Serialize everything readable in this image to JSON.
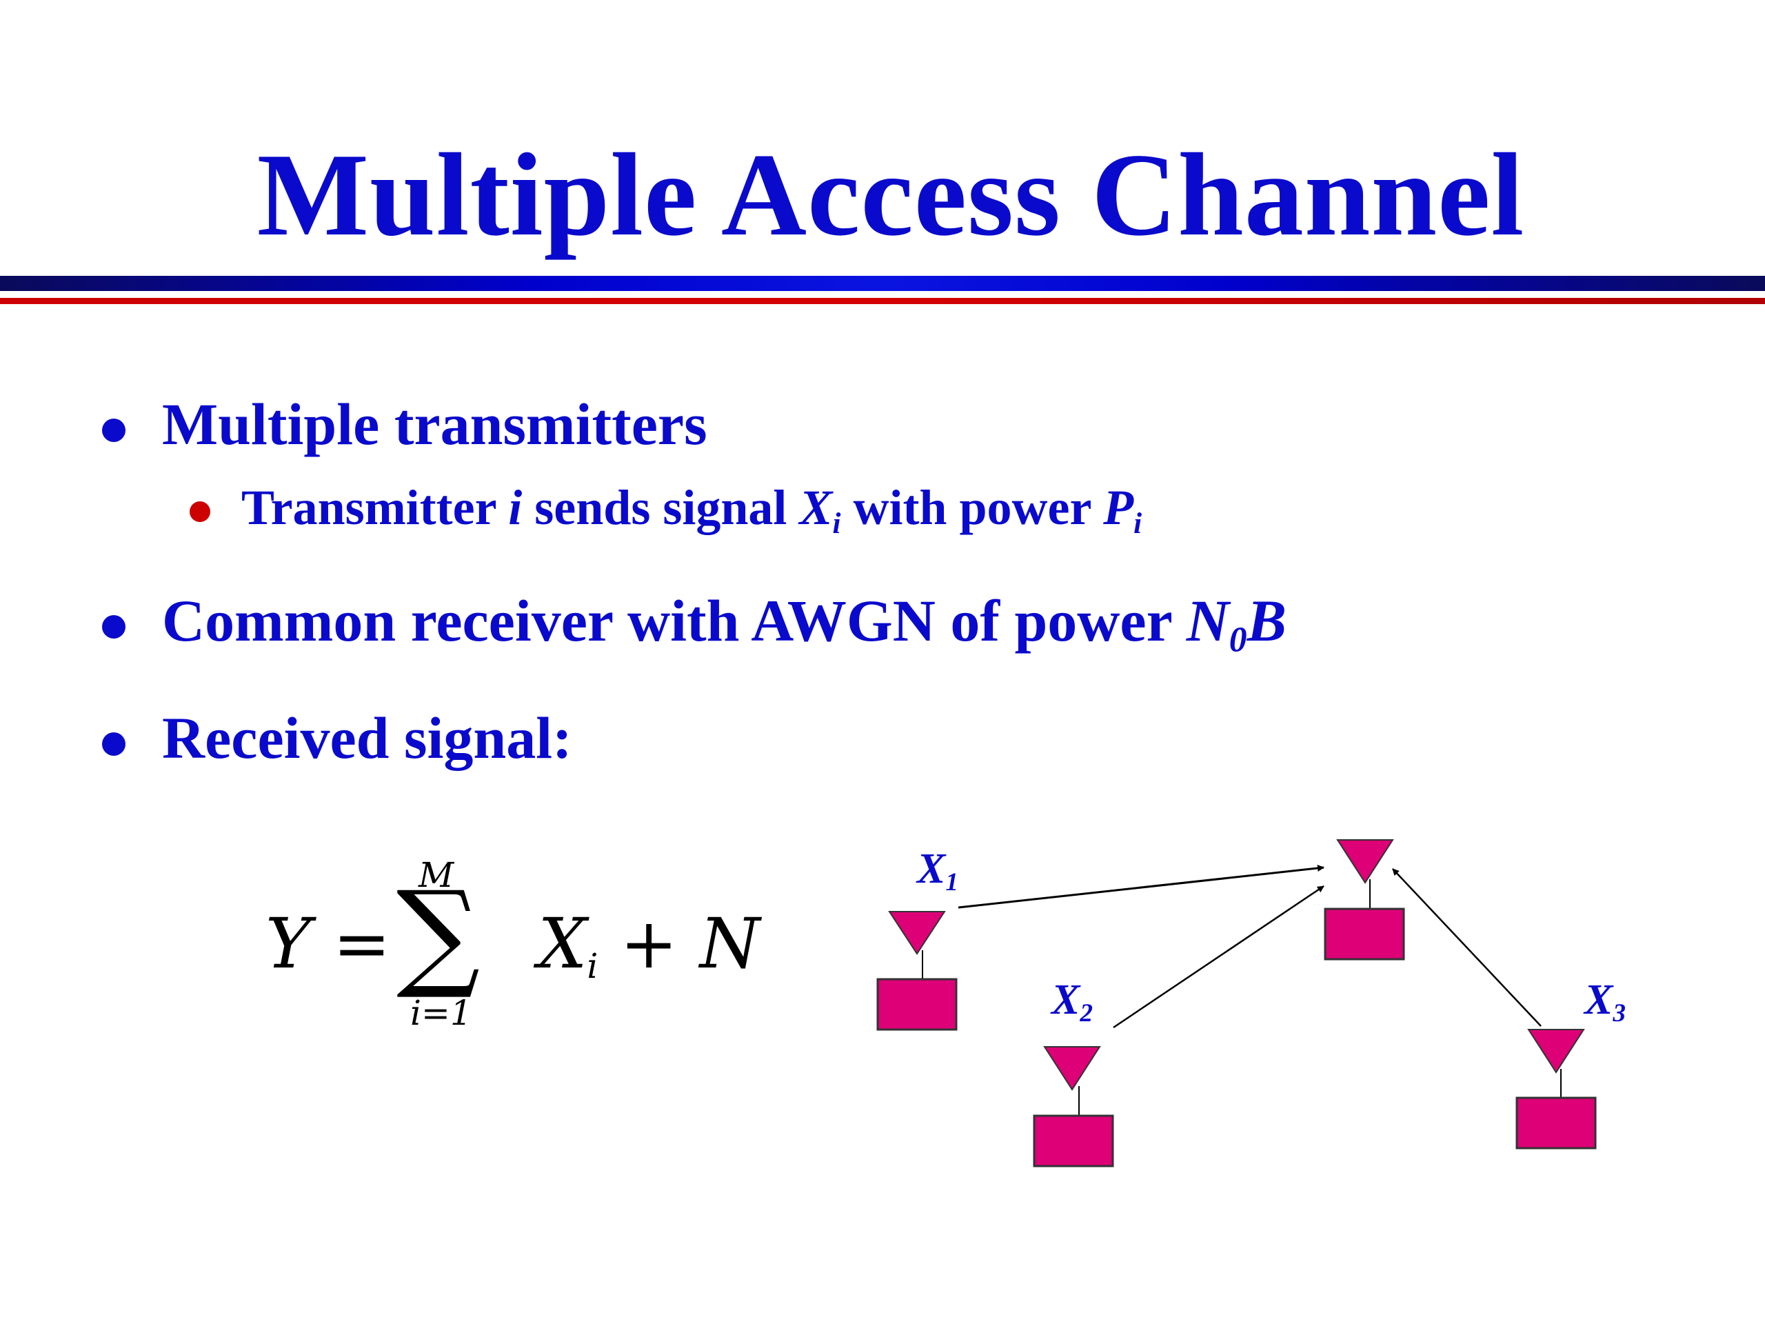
{
  "slide": {
    "title": "Multiple Access Channel",
    "colors": {
      "title": "#0a0acc",
      "rule_blue": "#0000cc",
      "rule_red": "#cc0000",
      "node_fill": "#dd0077",
      "bullet_sub": "#cc0000"
    }
  },
  "bullets": [
    {
      "text": "Multiple transmitters",
      "sub": {
        "pre": "Transmitter ",
        "var_i": "i",
        "mid": " sends signal ",
        "var_x": "X",
        "sub_x": "i",
        "mid2": " with power ",
        "var_p": "P",
        "sub_p": "i"
      }
    },
    {
      "pre": "Common receiver with AWGN of power ",
      "var_n": "N",
      "sub_n": "0",
      "var_b": "B"
    },
    {
      "text": "Received signal:"
    }
  ],
  "equation": {
    "lhs": "Y",
    "equals": "=",
    "sum_symbol": "∑",
    "upper": "M",
    "lower": "i=1",
    "term": "X",
    "term_sub": "i",
    "plus": "+",
    "noise": "N"
  },
  "diagram": {
    "transmitters": [
      {
        "label": "X",
        "sub": "1"
      },
      {
        "label": "X",
        "sub": "2"
      },
      {
        "label": "X",
        "sub": "3"
      }
    ],
    "receiver": {
      "label": ""
    }
  }
}
